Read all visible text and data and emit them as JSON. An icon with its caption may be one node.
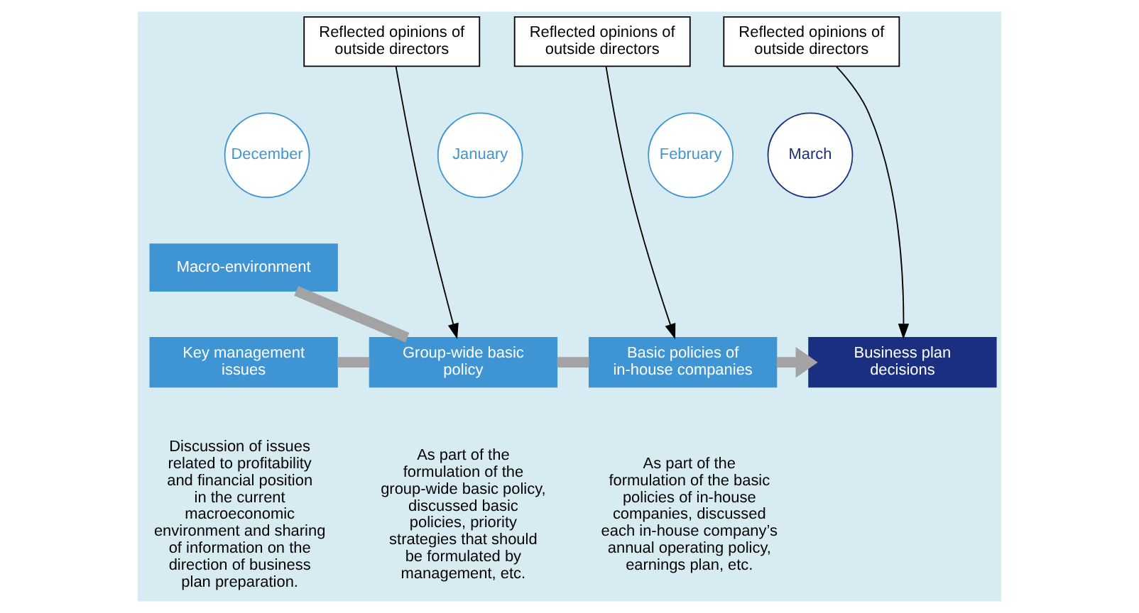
{
  "diagram": {
    "nodes": [
      {
        "text": [
          "Reflected opinions of outside directors"
        ]
      },
      {
        "text": [
          "Reflected opinions of outside directors"
        ]
      },
      {
        "text": [
          "Reflected opinions of outside directors"
        ]
      },
      {
        "text": [
          "December"
        ]
      },
      {
        "text": [
          "January"
        ]
      },
      {
        "text": [
          "February"
        ]
      },
      {
        "text": [
          "March"
        ]
      },
      {
        "text": [
          "Macro-environment"
        ]
      },
      {
        "text": [
          "Key management issues"
        ]
      },
      {
        "text": [
          "Group-wide basic policy"
        ]
      },
      {
        "text": [
          "Basic policies of in-house companies"
        ]
      },
      {
        "text": [
          "Business plan decisions"
        ]
      }
    ],
    "edges": [
      {
        "from": 0,
        "to": 9,
        "arrow": "to",
        "color": "#000000"
      },
      {
        "from": 1,
        "to": 10,
        "arrow": "to",
        "color": "#000000"
      },
      {
        "from": 2,
        "to": 11,
        "arrow": "to",
        "color": "#000000"
      },
      {
        "from": 7,
        "to": 9,
        "arrow": "none"
      },
      {
        "from": 8,
        "to": 9,
        "arrow": "none"
      },
      {
        "from": 9,
        "to": 10,
        "arrow": "none"
      },
      {
        "from": 10,
        "to": 11,
        "arrow": "to"
      }
    ],
    "labels": [
      "Discussion of issues related to profitability and financial position in the current macroeconomic environment and sharing of information on the direction of business plan preparation.",
      "As part of the formulation of the group-wide basic policy, discussed basic policies, priority strategies that should be formulated by management, etc.",
      "As part of the formulation of the basic policies of in-house companies, discussed each in-house company’s annual operating policy, earnings plan, etc."
    ]
  }
}
